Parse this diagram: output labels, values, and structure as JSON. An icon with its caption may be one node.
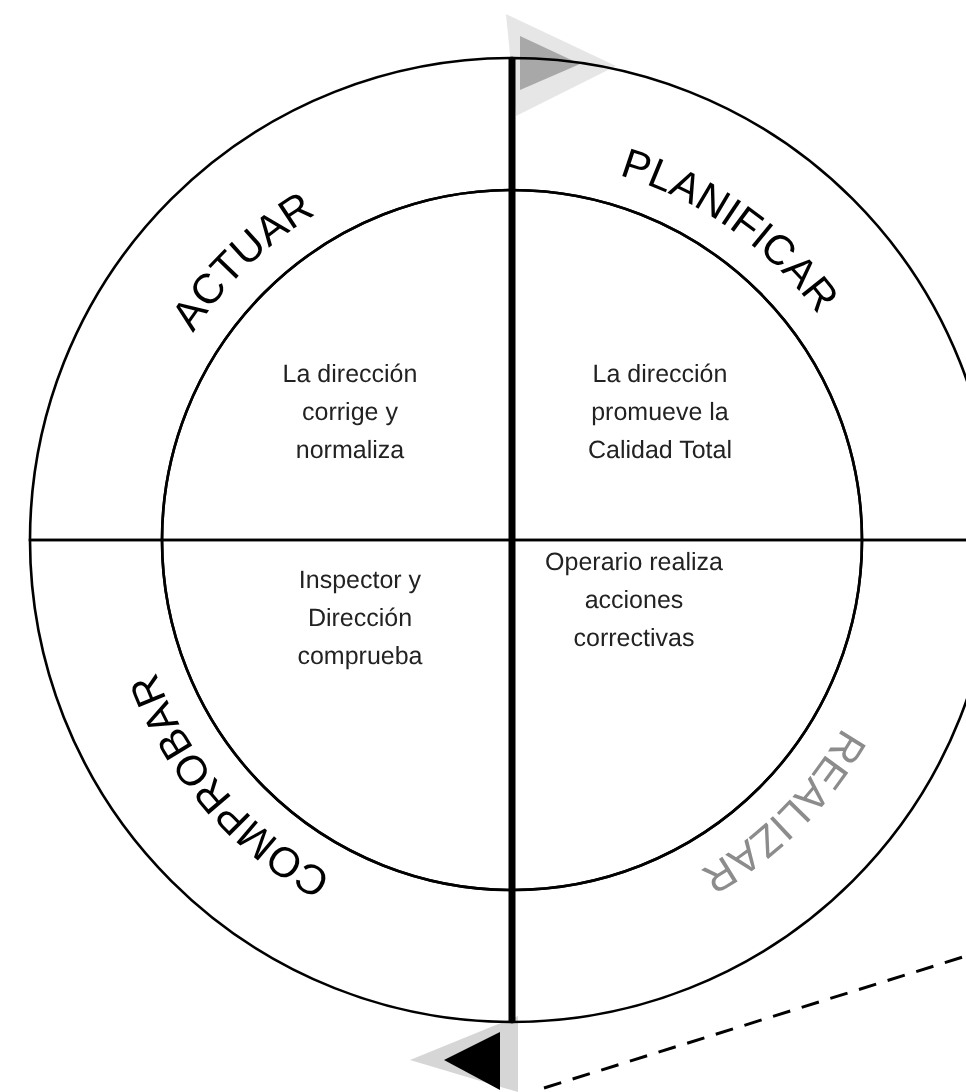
{
  "diagram": {
    "nodes": [
      {
        "text": [
          "ACTUAR"
        ]
      },
      {
        "text": [
          "PLANIFICAR"
        ]
      },
      {
        "text": [
          "La dirección corrige y normaliza"
        ]
      },
      {
        "text": [
          "La dirección promueve la Calidad Total"
        ]
      },
      {
        "text": [
          "Inspector y Dirección comprueba"
        ]
      },
      {
        "text": [
          "Operario realiza acciones correctivas"
        ]
      },
      {
        "text": [
          "COMPROBAR"
        ]
      },
      {
        "text": [
          "REALIZAR"
        ]
      }
    ],
    "edges": [
      {
        "from": 0,
        "to": 1,
        "arrow": "to"
      },
      {
        "from": 7,
        "to": 6,
        "arrow": "to"
      }
    ]
  }
}
